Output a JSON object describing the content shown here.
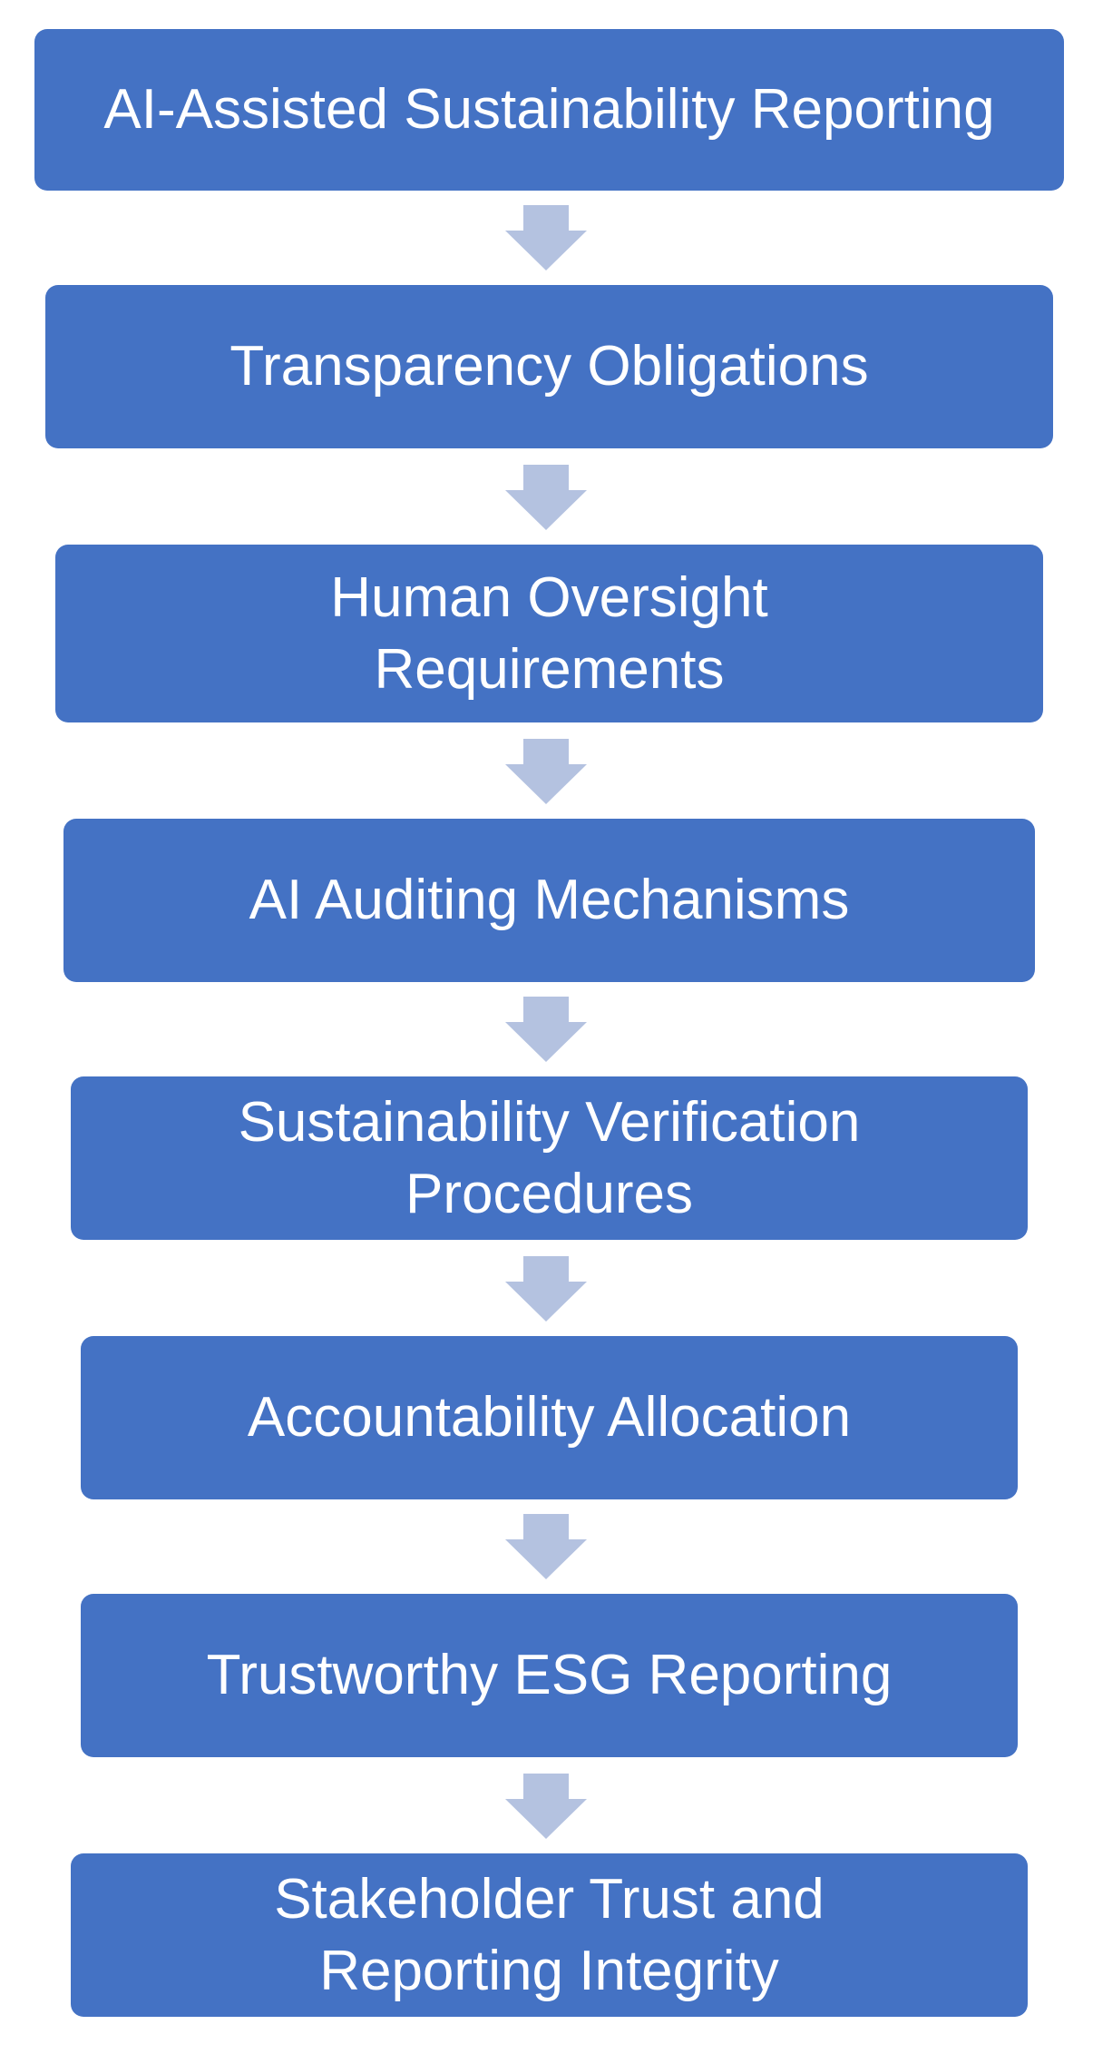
{
  "diagram": {
    "steps": [
      {
        "label": "AI-Assisted Sustainability Reporting"
      },
      {
        "label": "Transparency Obligations"
      },
      {
        "label": "Human Oversight Requirements"
      },
      {
        "label": "AI Auditing Mechanisms"
      },
      {
        "label": "Sustainability Verification Procedures"
      },
      {
        "label": "Accountability Allocation"
      },
      {
        "label": "Trustworthy ESG Reporting"
      },
      {
        "label": "Stakeholder Trust and Reporting Integrity"
      }
    ],
    "colors": {
      "box_fill": "#4472c4",
      "box_text": "#ffffff",
      "arrow_fill": "#b4c2e0"
    },
    "arrow_icon": "down-arrow-icon"
  }
}
